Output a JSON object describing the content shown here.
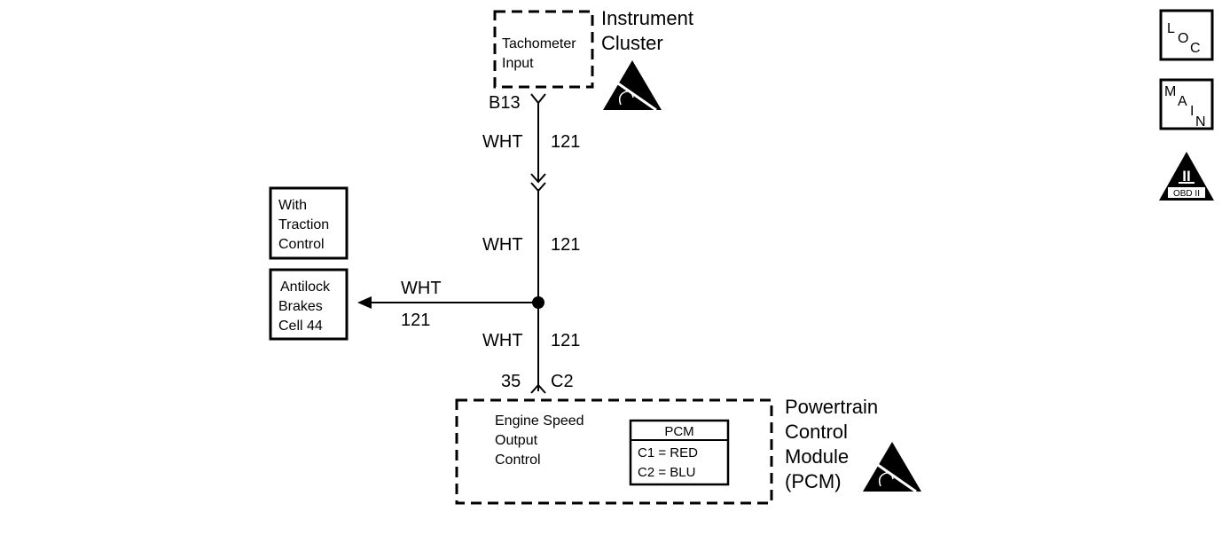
{
  "instrument_cluster": {
    "title_line1": "Instrument",
    "title_line2": "Cluster",
    "function_line1": "Tachometer",
    "function_line2": "Input",
    "pin": "B13"
  },
  "wire": {
    "color": "WHT",
    "circuit": "121"
  },
  "option_box": {
    "line1": "With",
    "line2": "Traction",
    "line3": "Control"
  },
  "abs_box": {
    "line1": "Antilock",
    "line2": "Brakes",
    "line3": "Cell 44"
  },
  "pcm": {
    "pin": "35",
    "connector": "C2",
    "title_line1": "Powertrain",
    "title_line2": "Control",
    "title_line3": "Module",
    "title_line4": "(PCM)",
    "function_line1": "Engine Speed",
    "function_line2": "Output",
    "function_line3": "Control",
    "legend_title": "PCM",
    "legend_c1": "C1 = RED",
    "legend_c2": "C2 = BLU"
  },
  "nav": {
    "loc_l": "L",
    "loc_o": "O",
    "loc_c": "C",
    "main_m": "M",
    "main_a": "A",
    "main_i": "I",
    "main_n": "N",
    "obd_numeral": "II",
    "obd_label": "OBD II"
  },
  "colors": {
    "ink": "#000000",
    "background": "#ffffff"
  }
}
